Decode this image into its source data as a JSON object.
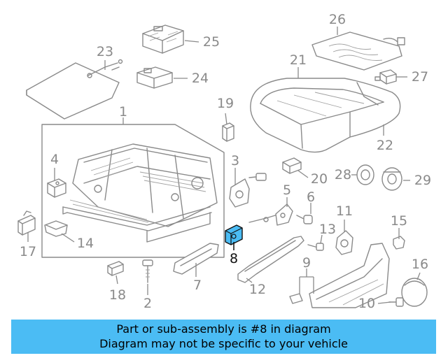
{
  "callouts": [
    {
      "id": "c1",
      "text": "1"
    },
    {
      "id": "c2",
      "text": "2"
    },
    {
      "id": "c3",
      "text": "3"
    },
    {
      "id": "c4",
      "text": "4"
    },
    {
      "id": "c5",
      "text": "5"
    },
    {
      "id": "c6",
      "text": "6"
    },
    {
      "id": "c7",
      "text": "7"
    },
    {
      "id": "c8",
      "text": "8"
    },
    {
      "id": "c9",
      "text": "9"
    },
    {
      "id": "c10",
      "text": "10"
    },
    {
      "id": "c11",
      "text": "11"
    },
    {
      "id": "c12",
      "text": "12"
    },
    {
      "id": "c13",
      "text": "13"
    },
    {
      "id": "c14",
      "text": "14"
    },
    {
      "id": "c15",
      "text": "15"
    },
    {
      "id": "c16",
      "text": "16"
    },
    {
      "id": "c17",
      "text": "17"
    },
    {
      "id": "c18",
      "text": "18"
    },
    {
      "id": "c19",
      "text": "19"
    },
    {
      "id": "c20",
      "text": "20"
    },
    {
      "id": "c21",
      "text": "21"
    },
    {
      "id": "c22",
      "text": "22"
    },
    {
      "id": "c23",
      "text": "23"
    },
    {
      "id": "c24",
      "text": "24"
    },
    {
      "id": "c25",
      "text": "25"
    },
    {
      "id": "c26",
      "text": "26"
    },
    {
      "id": "c27",
      "text": "27"
    },
    {
      "id": "c28",
      "text": "28"
    },
    {
      "id": "c29",
      "text": "29"
    }
  ],
  "highlight": {
    "part": "8",
    "color": "#4bbcf4"
  },
  "banner": {
    "line1": "Part or sub-assembly is #8 in diagram",
    "line2": "Diagram may not be specific to your vehicle",
    "background": "#4bbcf4"
  }
}
